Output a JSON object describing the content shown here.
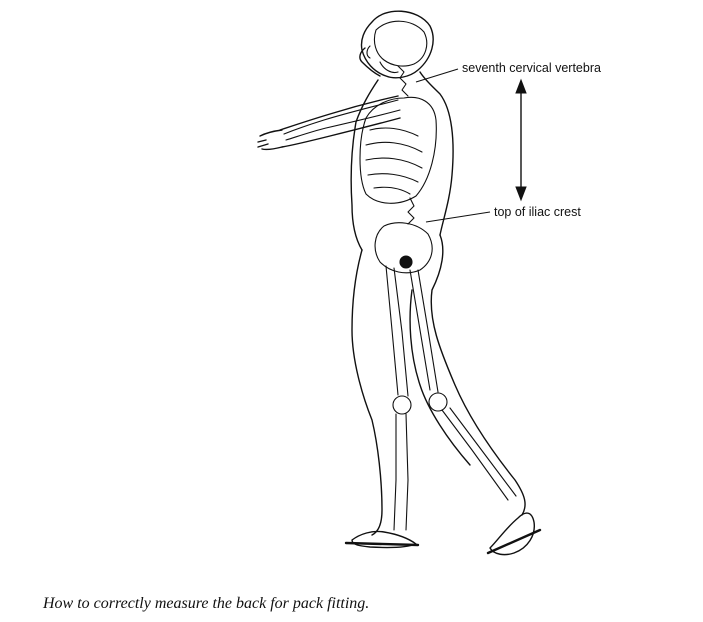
{
  "labels": {
    "cervical": "seventh cervical vertebra",
    "iliac": "top of iliac crest"
  },
  "caption": "How to correctly measure the back for pack fitting.",
  "colors": {
    "ink": "#111111",
    "background": "#ffffff"
  },
  "icons": {
    "arrow": "double-headed-vertical-arrow"
  }
}
